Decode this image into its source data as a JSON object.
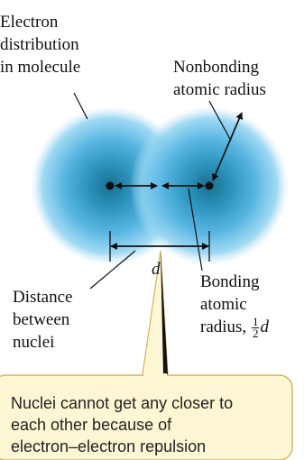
{
  "labels": {
    "electron_distribution": "Electron\ndistribution\nin molecule",
    "nonbonding_radius": "Nonbonding\natomic radius",
    "d": "d",
    "distance_between_nuclei": "Distance\nbetween\nnuclei",
    "bonding_radius": "Bonding\natomic\nradius, ",
    "half_num": "1",
    "half_den": "2",
    "bonding_radius_d": "d"
  },
  "callout": {
    "text": "Nuclei cannot get any closer to\neach other because of\nelectron–electron repulsion"
  },
  "colors": {
    "cloud_outer": "#74c8ef",
    "cloud_inner": "#1a7fa3",
    "callout_fill": "#fdf7d3",
    "callout_border": "#d6b35f"
  }
}
